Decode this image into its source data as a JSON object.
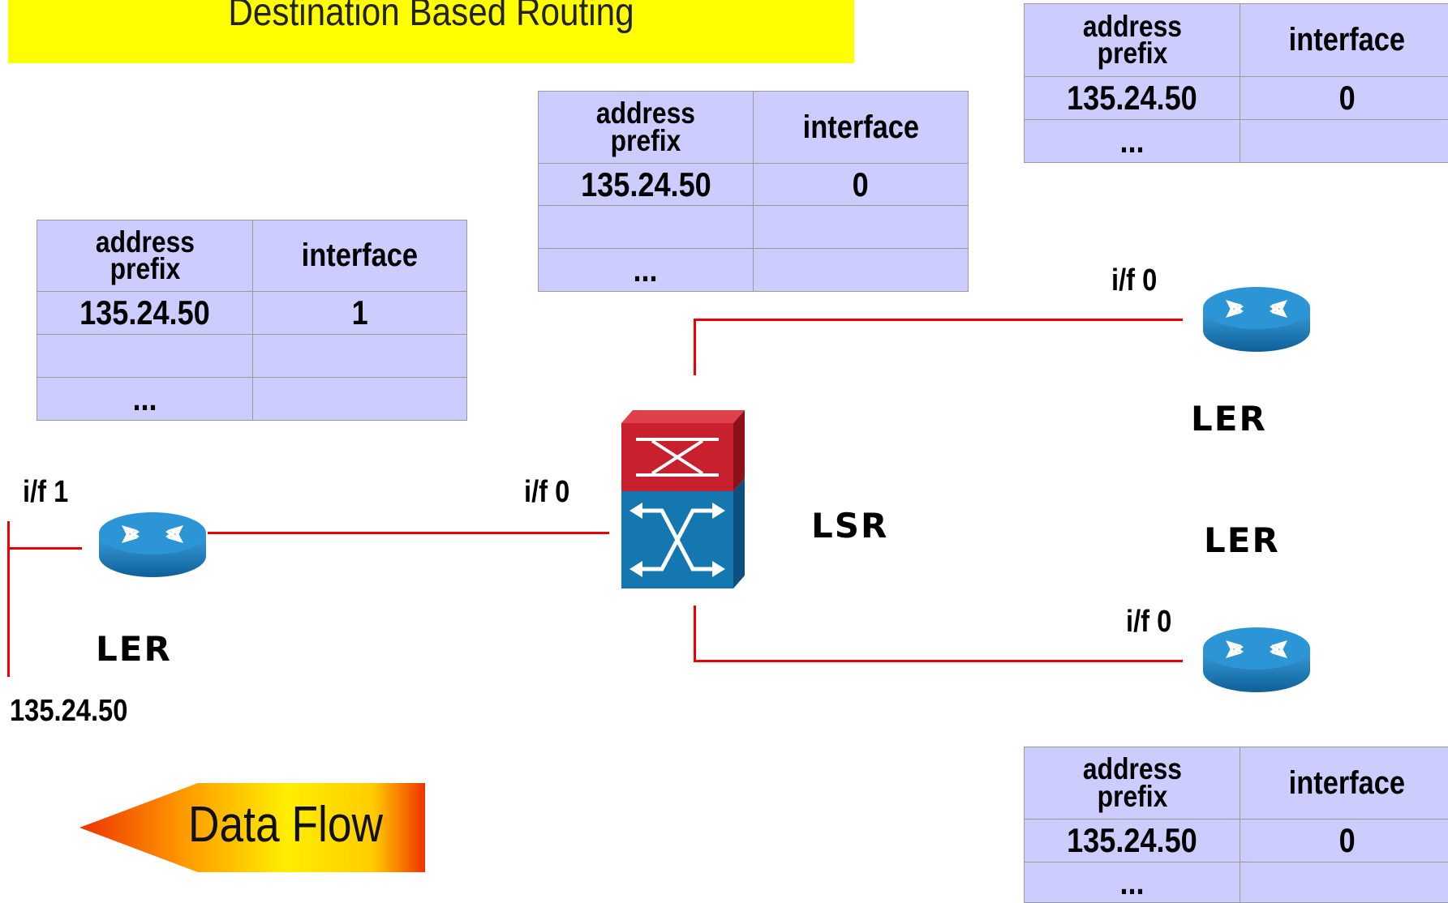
{
  "title": "Destination Based Routing",
  "table_headers": {
    "prefix_line1": "address",
    "prefix_line2": "prefix",
    "interface": "interface"
  },
  "tables": {
    "top_right": {
      "rows": [
        [
          "135.24.50",
          "0"
        ],
        [
          "...",
          ""
        ]
      ]
    },
    "lsr": {
      "rows": [
        [
          "135.24.50",
          "0"
        ],
        [
          "",
          ""
        ],
        [
          "...",
          ""
        ]
      ]
    },
    "left_ler": {
      "rows": [
        [
          "135.24.50",
          "1"
        ],
        [
          "",
          ""
        ],
        [
          "...",
          ""
        ]
      ]
    },
    "bottom_right": {
      "rows": [
        [
          "135.24.50",
          "0"
        ],
        [
          "...",
          ""
        ]
      ]
    }
  },
  "labels": {
    "left_ifa": "i/f 1",
    "lsr_ifa": "i/f 0",
    "top_right_ifa": "i/f 0",
    "bottom_right_ifa": "i/f 0",
    "network": "135.24.50"
  },
  "nodes": {
    "left_ler": "LER",
    "lsr": "LSR",
    "top_right_ler": "LER",
    "bottom_right_ler": "LER"
  },
  "data_flow": "Data Flow",
  "colors": {
    "title_bg": "#ffff00",
    "table_bg": "#ccccff",
    "link": "#ee0000",
    "router": "#1f7fbf",
    "switch_top": "#c8202c",
    "switch_bottom": "#1577b0"
  },
  "icons": {
    "router": "router-icon",
    "switch": "lsr-switch-icon",
    "arrow": "data-flow-arrow"
  }
}
